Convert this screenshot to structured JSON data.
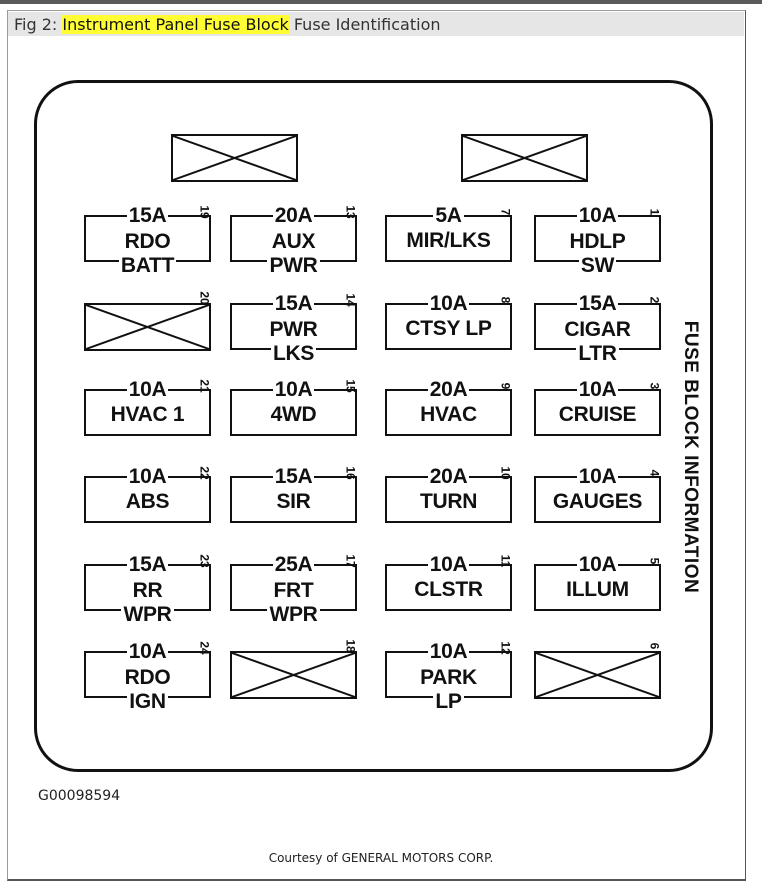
{
  "header": {
    "prefix": "Fig 2: ",
    "highlight": "Instrument Panel Fuse Block",
    "suffix": " Fuse Identification",
    "highlight_color": "#ffff33"
  },
  "side_label": "FUSE BLOCK INFORMATION",
  "figure_code": "G00098594",
  "courtesy": "Courtesy of GENERAL MOTORS CORP.",
  "fuses": {
    "f19": {
      "num": "19",
      "amp": "15A",
      "l1": "RDO",
      "l2": "BATT"
    },
    "f13": {
      "num": "13",
      "amp": "20A",
      "l1": "AUX",
      "l2": "PWR"
    },
    "f7": {
      "num": "7",
      "amp": "5A",
      "l1": "MIR/LKS"
    },
    "f1": {
      "num": "1",
      "amp": "10A",
      "l1": "HDLP",
      "l2": "SW"
    },
    "f20": {
      "num": "20"
    },
    "f14": {
      "num": "14",
      "amp": "15A",
      "l1": "PWR",
      "l2": "LKS"
    },
    "f8": {
      "num": "8",
      "amp": "10A",
      "l1": "CTSY LP"
    },
    "f2": {
      "num": "2",
      "amp": "15A",
      "l1": "CIGAR",
      "l2": "LTR"
    },
    "f21": {
      "num": "21",
      "amp": "10A",
      "l1": "HVAC 1"
    },
    "f15": {
      "num": "15",
      "amp": "10A",
      "l1": "4WD"
    },
    "f9": {
      "num": "9",
      "amp": "20A",
      "l1": "HVAC"
    },
    "f3": {
      "num": "3",
      "amp": "10A",
      "l1": "CRUISE"
    },
    "f22": {
      "num": "22",
      "amp": "10A",
      "l1": "ABS"
    },
    "f16": {
      "num": "16",
      "amp": "15A",
      "l1": "SIR"
    },
    "f10": {
      "num": "10",
      "amp": "20A",
      "l1": "TURN"
    },
    "f4": {
      "num": "4",
      "amp": "10A",
      "l1": "GAUGES"
    },
    "f23": {
      "num": "23",
      "amp": "15A",
      "l1": "RR",
      "l2": "WPR"
    },
    "f17": {
      "num": "17",
      "amp": "25A",
      "l1": "FRT",
      "l2": "WPR"
    },
    "f11": {
      "num": "11",
      "amp": "10A",
      "l1": "CLSTR"
    },
    "f5": {
      "num": "5",
      "amp": "10A",
      "l1": "ILLUM"
    },
    "f24": {
      "num": "24",
      "amp": "10A",
      "l1": "RDO",
      "l2": "IGN"
    },
    "f18": {
      "num": "18"
    },
    "f12": {
      "num": "12",
      "amp": "10A",
      "l1": "PARK",
      "l2": "LP"
    },
    "f6": {
      "num": "6"
    }
  }
}
